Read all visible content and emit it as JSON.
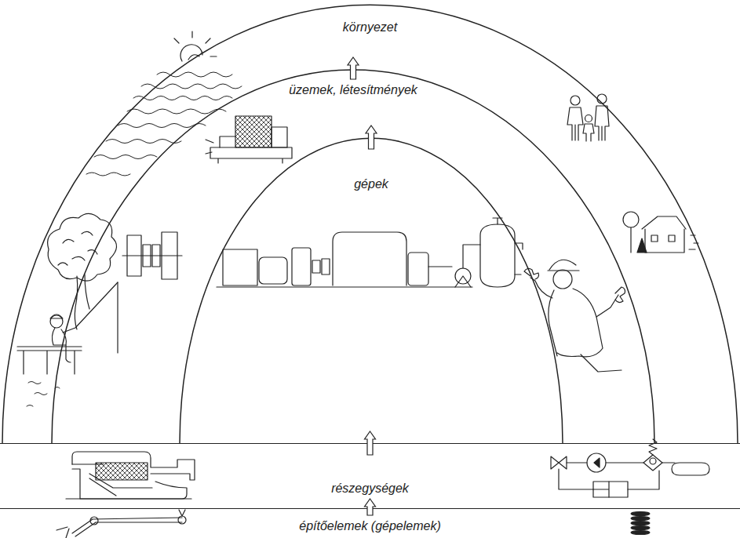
{
  "diagram": {
    "nodes": [
      {
        "text": [
          "környezet"
        ]
      },
      {
        "text": [
          "üzemek, létesítmények"
        ],
        "in": 0
      },
      {
        "text": [
          "gépek"
        ],
        "in": 1
      },
      {
        "text": [
          "részegységek"
        ]
      },
      {
        "text": [
          "építőelemek (gépelemek)"
        ]
      }
    ],
    "edges": [
      {
        "from": 4,
        "to": 3,
        "arrow": "to"
      },
      {
        "from": 3,
        "to": 2,
        "arrow": "to"
      },
      {
        "from": 2,
        "to": 1,
        "arrow": "to"
      },
      {
        "from": 1,
        "to": 0,
        "arrow": "to"
      }
    ]
  }
}
